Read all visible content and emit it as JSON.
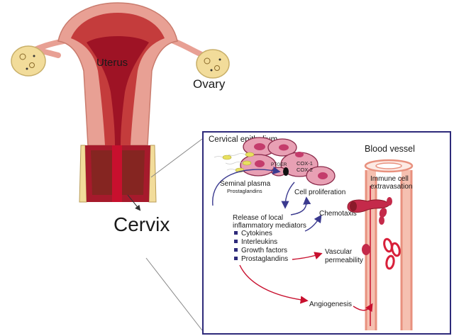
{
  "anatomy": {
    "uterus_label": "Uterus",
    "ovary_label": "Ovary",
    "cervix_label": "Cervix"
  },
  "inset": {
    "epithelium_title": "Cervical epithelium",
    "vessel_title": "Blood vessel",
    "receptor_label": "PTGER",
    "enzyme_cox1": "COX-1",
    "enzyme_cox2": "COX-2",
    "seminal_plasma": "Seminal plasma",
    "seminal_prostaglandins": "Prostaglandins",
    "cell_proliferation": "Cell proliferation",
    "release_line1": "Release of local",
    "release_line2": "inflammatory mediators",
    "mediators": [
      "Cytokines",
      "Interleukins",
      "Growth factors",
      "Prostaglandins"
    ],
    "chemotaxis": "Chemotaxis",
    "immune_line1": "Immune cell",
    "immune_line2": "extravasation",
    "vascular_line1": "Vascular",
    "vascular_line2": "permeability",
    "angiogenesis": "Angiogenesis"
  },
  "colors": {
    "frame": "#2e2a7a",
    "blue_arrow": "#3b3a8f",
    "red_arrow": "#c8102e",
    "uterus_outer": "#e8a094",
    "uterus_inner": "#b5182c",
    "cell_pink": "#e8a0b4",
    "vessel_wall": "#e8917e"
  }
}
